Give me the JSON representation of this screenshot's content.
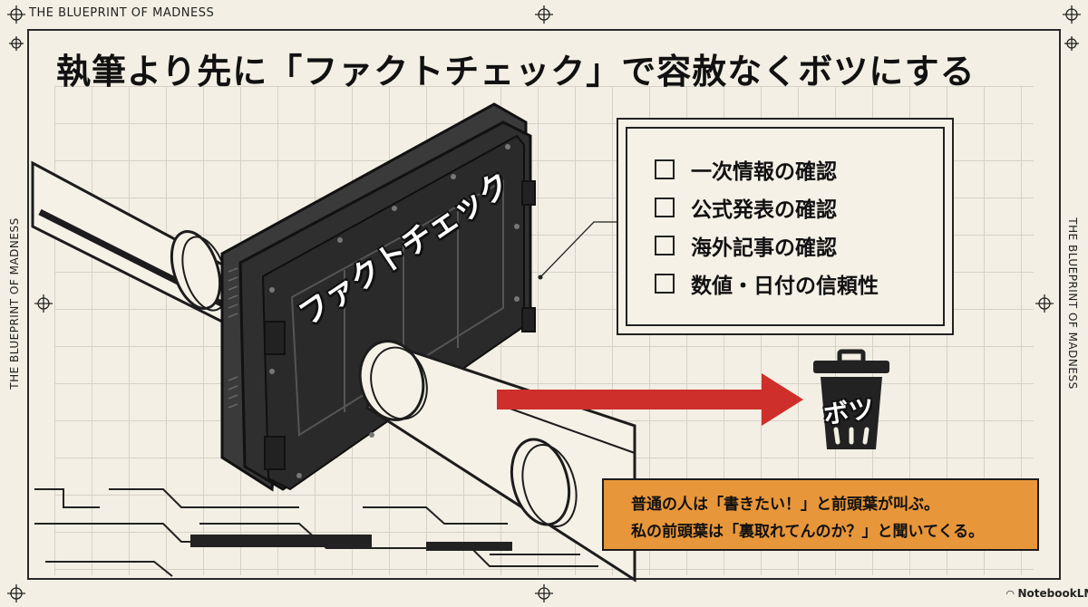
{
  "header": {
    "corner_label": "THE BLUEPRINT OF MADNESS",
    "side_left": "THE BLUEPRINT OF MADNESS",
    "side_right": "THE BLUEPRINT OF MADNESS",
    "title": "執筆より先に「ファクトチェック」で容赦なくボツにする"
  },
  "machine": {
    "label": "ファクトチェック"
  },
  "checklist": {
    "items": [
      {
        "label": "一次情報の確認"
      },
      {
        "label": "公式発表の確認"
      },
      {
        "label": "海外記事の確認"
      },
      {
        "label": "数値・日付の信頼性"
      }
    ]
  },
  "trash": {
    "label": "ボツ"
  },
  "note": {
    "line1": "普通の人は「書きたい！」と前頭葉が叫ぶ。",
    "line2": "私の前頭葉は「裏取れてんのか？」と聞いてくる。"
  },
  "brand": {
    "name": "NotebookLM",
    "icon": "notebooklm-icon"
  },
  "colors": {
    "background": "#f3efe4",
    "ink": "#1c1c1c",
    "arrow": "#cf2f2a",
    "note": "#e8963a"
  }
}
